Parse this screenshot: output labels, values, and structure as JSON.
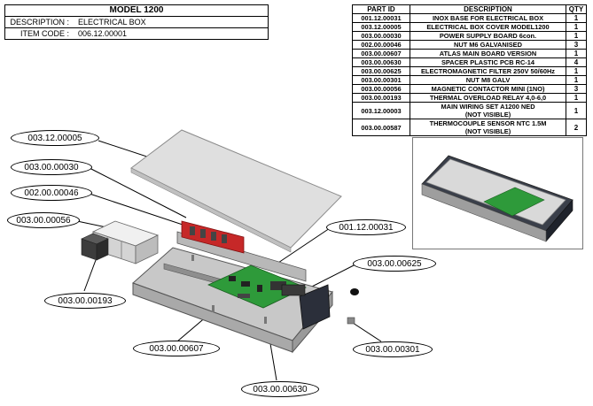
{
  "header": {
    "model": "MODEL 1200",
    "description_label": "DESCRIPTION :",
    "description_value": "ELECTRICAL BOX",
    "item_code_label": "ITEM CODE :",
    "item_code_value": "006.12.00001"
  },
  "parts_table": {
    "columns": [
      "PART ID",
      "DESCRIPTION",
      "QTY"
    ],
    "rows": [
      {
        "part_id": "001.12.00031",
        "description": "INOX BASE FOR ELECTRICAL BOX",
        "qty": "1"
      },
      {
        "part_id": "003.12.00005",
        "description": "ELECTRICAL BOX COVER MODEL1200",
        "qty": "1"
      },
      {
        "part_id": "003.00.00030",
        "description": "POWER SUPPLY BOARD 6con.",
        "qty": "1"
      },
      {
        "part_id": "002.00.00046",
        "description": "NUT M6 GALVANISED",
        "qty": "3"
      },
      {
        "part_id": "003.00.00607",
        "description": "ATLAS MAIN BOARD VERSION",
        "qty": "1"
      },
      {
        "part_id": "003.00.00630",
        "description": "SPACER PLASTIC PCB RC-14",
        "qty": "4"
      },
      {
        "part_id": "003.00.00625",
        "description": "ELECTROMAGNETIC FILTER 250V 50/60Hz",
        "qty": "1"
      },
      {
        "part_id": "003.00.00301",
        "description": "NUT M8 GALV",
        "qty": "1"
      },
      {
        "part_id": "003.00.00056",
        "description": "MAGNETIC CONTACTOR MINI (1NO)",
        "qty": "3"
      },
      {
        "part_id": "003.00.00193",
        "description": "THERMAL OVERLOAD RELAY 4,0-6,0",
        "qty": "1"
      },
      {
        "part_id": "003.12.00003",
        "description_line1": "MAIN WIRING SET A1200 NED",
        "description_line2": "(NOT VISIBLE)",
        "qty": "1"
      },
      {
        "part_id": "003.00.00587",
        "description_line1": "THERMOCOUPLE SENSOR NTC 1.5M",
        "description_line2": "(NOT VISIBLE)",
        "qty": "2"
      }
    ]
  },
  "callouts": {
    "c1": "003.12.00005",
    "c2": "003.00.00030",
    "c3": "002.00.00046",
    "c4": "003.00.00056",
    "c5": "001.12.00031",
    "c6": "003.00.00625",
    "c7": "003.00.00193",
    "c8": "003.00.00607",
    "c9": "003.00.00301",
    "c10": "003.00.00630"
  },
  "colors": {
    "board_green": "#2e9a3a",
    "cover_grey": "#dcdcdc",
    "base_grey": "#c4c4c4",
    "filter_red": "#c62828",
    "inox_dark": "#2b2f3a"
  }
}
